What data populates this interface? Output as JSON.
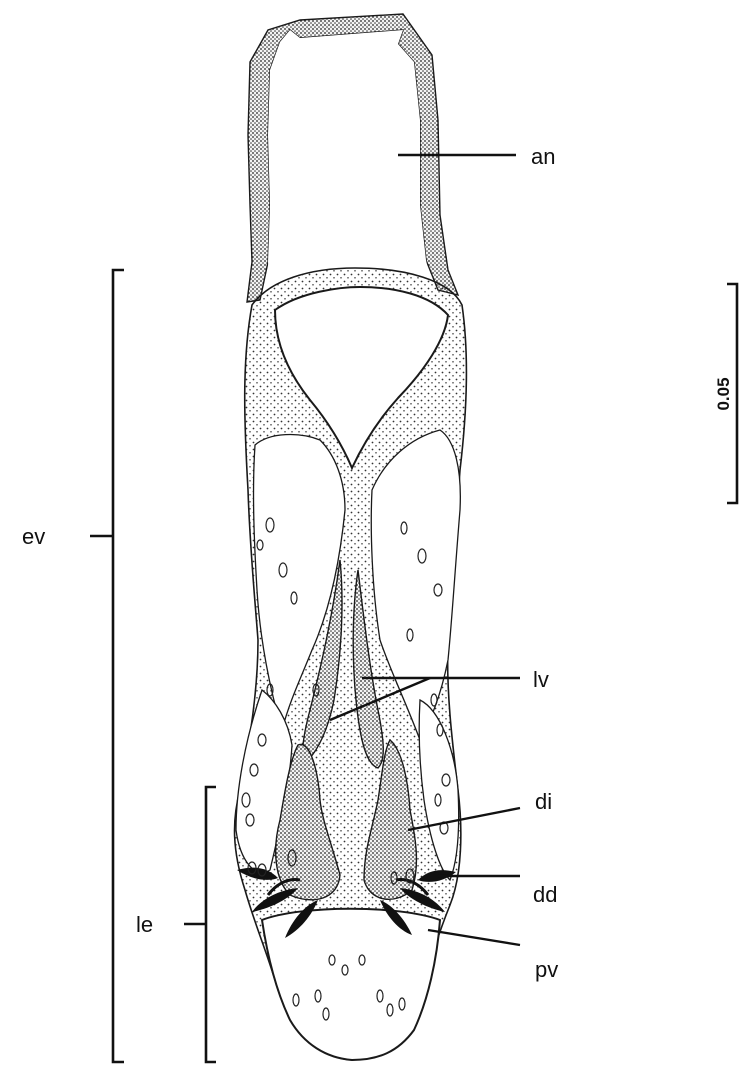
{
  "labels": {
    "an": "an",
    "ev": "ev",
    "lv": "lv",
    "di": "di",
    "dd": "dd",
    "pv": "pv",
    "le": "le"
  },
  "scale_bar": {
    "value": "0.05"
  }
}
